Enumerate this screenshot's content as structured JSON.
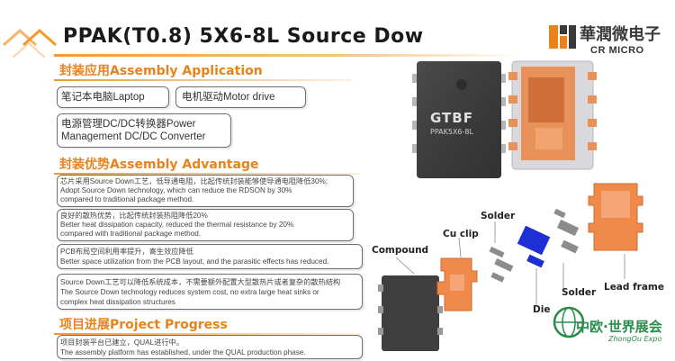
{
  "title": "PPAK(T0.8) 5X6-8L Source Dow",
  "logo": {
    "cn": "華潤微电子",
    "en": "CR MICRO"
  },
  "applications": {
    "heading": "封装应用Assembly Application",
    "items": [
      "笔记本电脑Laptop",
      "电机驱动Motor drive"
    ],
    "power_line1": "电源管理DC/DC转换器Power",
    "power_line2": "Management DC/DC Converter"
  },
  "advantages": {
    "heading": "封装优势Assembly Advantage",
    "items": [
      {
        "cn": "芯片采用Source Down工艺，低导通电阻，比起传统封装能够使导通电阻降低30%;",
        "en1": "Adopt Source Down technology, which can reduce the RDSON by 30%",
        "en2": "compared to traditional package method."
      },
      {
        "cn": "良好的散热优势，比起传统封装热阻降低20%",
        "en1": "Better heat dissipation capacity, reduced the thermal resistance by 20%",
        "en2": "compared with traditional package method."
      },
      {
        "cn": "PCB布局空间利用率提升，寄生效应降低",
        "en1": "Better space utilization from the PCB layout, and the parasitic effects has reduced."
      },
      {
        "cn": "Source Down工艺可以降低系统成本，不需要额外配置大型散热片或者复杂的散热结构",
        "en1": "The Source Down technology reduces system cost, no extra large heat sinks or",
        "en2": "complex heat dissipation structures"
      }
    ]
  },
  "progress": {
    "heading": "项目进展Project Progress",
    "cn": "项目封装平台已建立，QUAL进行中。",
    "en": "The assembly platform has established, under the QUAL production phase."
  },
  "chip": {
    "brand": "GTBF",
    "part": "PPAK5X6-8L"
  },
  "exploded_labels": {
    "compound": "Compound",
    "cu_clip": "Cu clip",
    "solder_top": "Solder",
    "solder_bottom": "Solder",
    "die": "Die",
    "lead_frame": "Lead frame"
  },
  "watermark": {
    "cn": "中欧·世界展会",
    "en": "ZhongOu Expo"
  },
  "colors": {
    "accent": "#f39a2b",
    "copper": "#f08a4b",
    "die": "#1f2fd6",
    "chip": "#3a3a3a"
  }
}
